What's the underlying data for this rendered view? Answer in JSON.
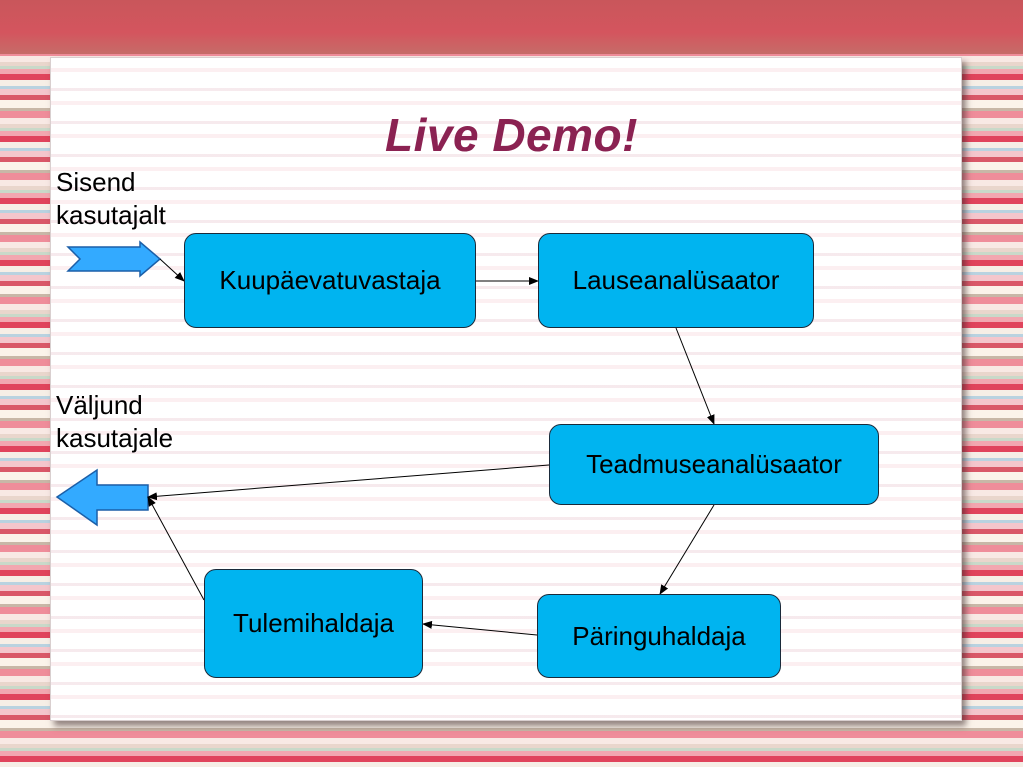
{
  "slide": {
    "title": "Live Demo!"
  },
  "labels": {
    "input_line1": "Sisend",
    "input_line2": "kasutajalt",
    "output_line1": "Väljund",
    "output_line2": "kasutajale"
  },
  "nodes": {
    "kuupaev": "Kuupäevatuvastaja",
    "lause": "Lauseanalüsaator",
    "teadmus": "Teadmuseanalüsaator",
    "paring": "Päringuhaldaja",
    "tulemi": "Tulemihaldaja"
  },
  "colors": {
    "node_fill": "#00b4f0",
    "title": "#8b2252",
    "input_arrow": "#33aaff",
    "output_arrow": "#33aaff"
  },
  "edges": [
    {
      "from": "Sisend kasutajalt",
      "to": "Kuupäevatuvastaja"
    },
    {
      "from": "Kuupäevatuvastaja",
      "to": "Lauseanalüsaator"
    },
    {
      "from": "Lauseanalüsaator",
      "to": "Teadmuseanalüsaator"
    },
    {
      "from": "Teadmuseanalüsaator",
      "to": "Väljund kasutajale"
    },
    {
      "from": "Teadmuseanalüsaator",
      "to": "Päringuhaldaja"
    },
    {
      "from": "Päringuhaldaja",
      "to": "Tulemihaldaja"
    },
    {
      "from": "Tulemihaldaja",
      "to": "Väljund kasutajale"
    }
  ]
}
